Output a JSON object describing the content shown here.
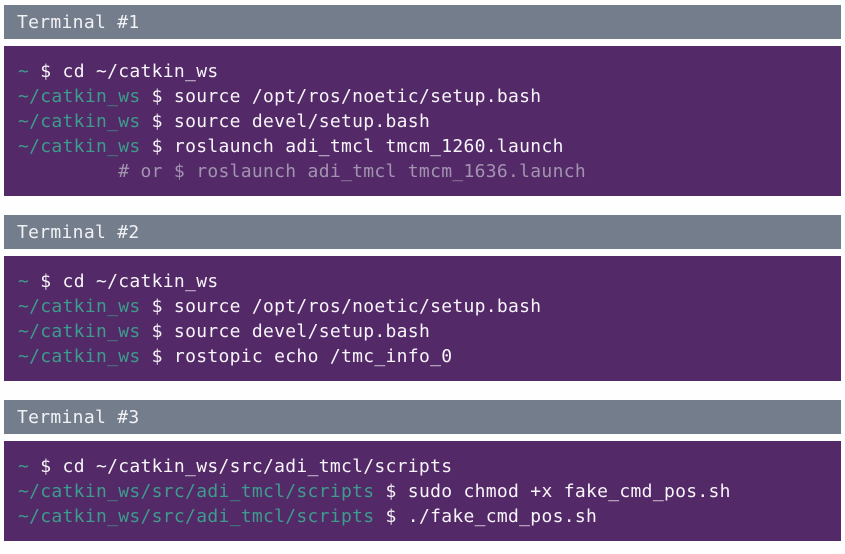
{
  "colors": {
    "page_bg": "#fefefe",
    "titlebar_bg": "#747d8c",
    "terminal_bg": "#542968",
    "title_fg": "#f2f2f5",
    "command_fg": "#f7f5f9",
    "prompt_fg": "#3d9c8c",
    "comment_fg": "#a294b0"
  },
  "terminals": [
    {
      "title": "Terminal #1",
      "lines": [
        {
          "type": "command",
          "prompt": "~",
          "command": " $ cd ~/catkin_ws"
        },
        {
          "type": "command",
          "prompt": "~/catkin_ws",
          "command": " $ source /opt/ros/noetic/setup.bash"
        },
        {
          "type": "command",
          "prompt": "~/catkin_ws",
          "command": " $ source devel/setup.bash"
        },
        {
          "type": "command",
          "prompt": "~/catkin_ws",
          "command": " $ roslaunch adi_tmcl tmcm_1260.launch"
        },
        {
          "type": "comment",
          "prompt": "",
          "command": "         # or $ roslaunch adi_tmcl tmcm_1636.launch"
        }
      ]
    },
    {
      "title": "Terminal #2",
      "lines": [
        {
          "type": "command",
          "prompt": "~",
          "command": " $ cd ~/catkin_ws"
        },
        {
          "type": "command",
          "prompt": "~/catkin_ws",
          "command": " $ source /opt/ros/noetic/setup.bash"
        },
        {
          "type": "command",
          "prompt": "~/catkin_ws",
          "command": " $ source devel/setup.bash"
        },
        {
          "type": "command",
          "prompt": "~/catkin_ws",
          "command": " $ rostopic echo /tmc_info_0"
        }
      ]
    },
    {
      "title": "Terminal #3",
      "lines": [
        {
          "type": "command",
          "prompt": "~",
          "command": " $ cd ~/catkin_ws/src/adi_tmcl/scripts"
        },
        {
          "type": "command",
          "prompt": "~/catkin_ws/src/adi_tmcl/scripts",
          "command": " $ sudo chmod +x fake_cmd_pos.sh"
        },
        {
          "type": "command",
          "prompt": "~/catkin_ws/src/adi_tmcl/scripts",
          "command": " $ ./fake_cmd_pos.sh"
        }
      ]
    }
  ]
}
